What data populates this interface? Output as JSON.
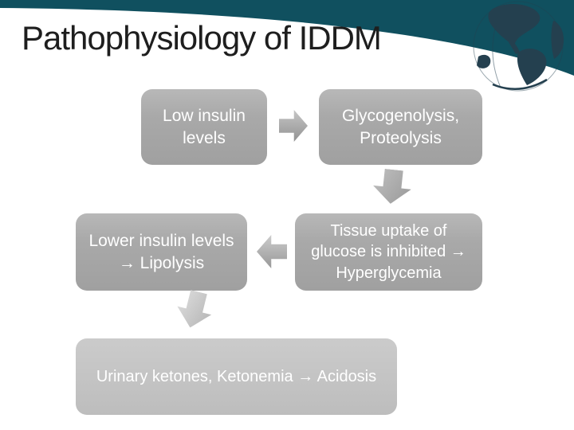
{
  "slide": {
    "title": "Pathophysiology of IDDM",
    "colors": {
      "teal": "#10505f",
      "globe": "#24404f",
      "title_color": "#1e1e1e",
      "box_text": "#ffffff",
      "box_gray_top": "#b8b8b8",
      "box_gray_mid": "#a9a9a9",
      "box_gray_bottom": "#a0a0a0",
      "bottom_box_top": "#cbcbcb",
      "bottom_box_bottom": "#bdbdbd"
    },
    "flowchart": {
      "boxes": [
        {
          "id": "low-insulin",
          "text": "Low insulin levels"
        },
        {
          "id": "glycogenolysis",
          "text": "Glycogenolysis, Proteolysis"
        },
        {
          "id": "tissue-uptake",
          "text": "Tissue uptake of glucose is inhibited → Hyperglycemia"
        },
        {
          "id": "lower-insulin",
          "text": "Lower insulin levels → Lipolysis"
        },
        {
          "id": "urinary-ketones",
          "text": "Urinary ketones, Ketonemia → Acidosis"
        }
      ],
      "arrows": [
        {
          "id": "arrow-right",
          "direction": "right"
        },
        {
          "id": "arrow-down",
          "direction": "down"
        },
        {
          "id": "arrow-left",
          "direction": "left"
        },
        {
          "id": "arrow-diag",
          "direction": "down-diagonal"
        }
      ]
    },
    "icons": {
      "globe": "globe-icon"
    }
  }
}
